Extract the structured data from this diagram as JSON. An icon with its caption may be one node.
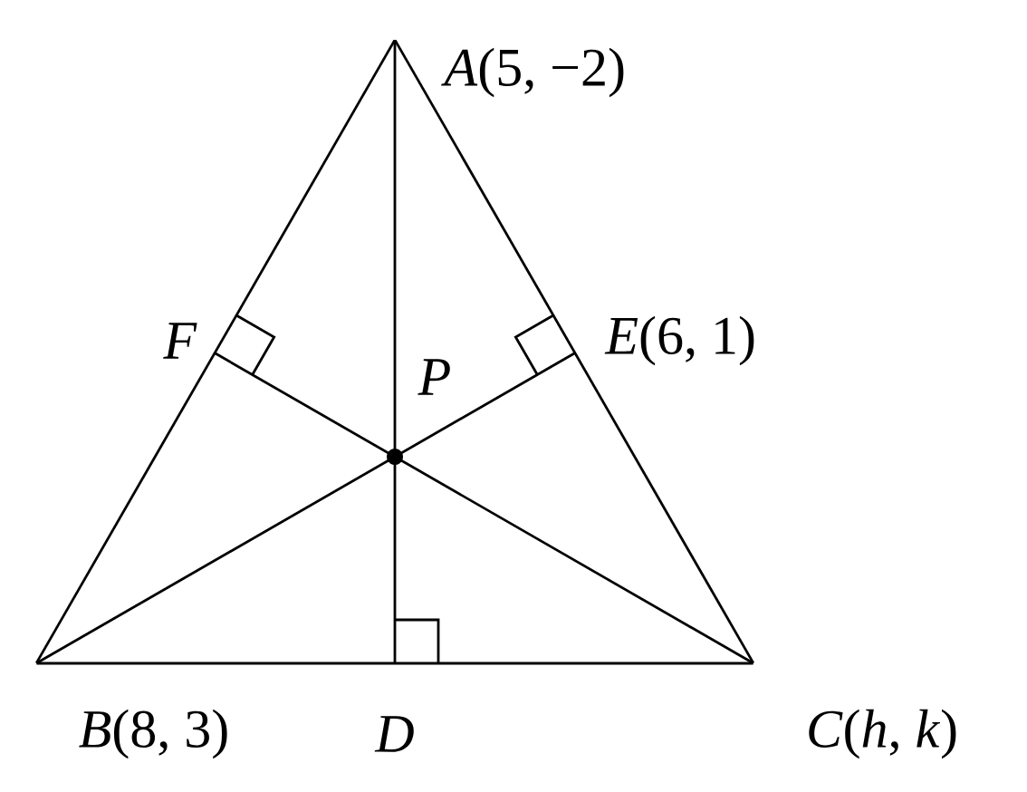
{
  "diagram": {
    "nodes": [
      {
        "text": [],
        "shape": "point",
        "beside": [
          "*A*(5, −2)"
        ]
      },
      {
        "text": [],
        "shape": "point",
        "beside": [
          "*B*(8, 3)"
        ]
      },
      {
        "text": [],
        "shape": "point",
        "beside": [
          "*C*(*h*, *k*)"
        ]
      },
      {
        "text": [],
        "shape": "point",
        "beside": [
          "*D*"
        ]
      },
      {
        "text": [],
        "shape": "point",
        "beside": [
          "*E*(6, 1)"
        ]
      },
      {
        "text": [],
        "shape": "point",
        "beside": [
          "*F*"
        ]
      },
      {
        "text": [],
        "shape": "dot",
        "beside": [
          "*P*"
        ]
      }
    ],
    "edges": [
      {
        "from": 0,
        "to": 1,
        "arrow": "none"
      },
      {
        "from": 0,
        "to": 2,
        "arrow": "none"
      },
      {
        "from": 1,
        "to": 2,
        "arrow": "none"
      },
      {
        "from": 0,
        "to": 3,
        "arrow": "none"
      },
      {
        "from": 1,
        "to": 4,
        "arrow": "none"
      },
      {
        "from": 2,
        "to": 5,
        "arrow": "none"
      }
    ]
  }
}
